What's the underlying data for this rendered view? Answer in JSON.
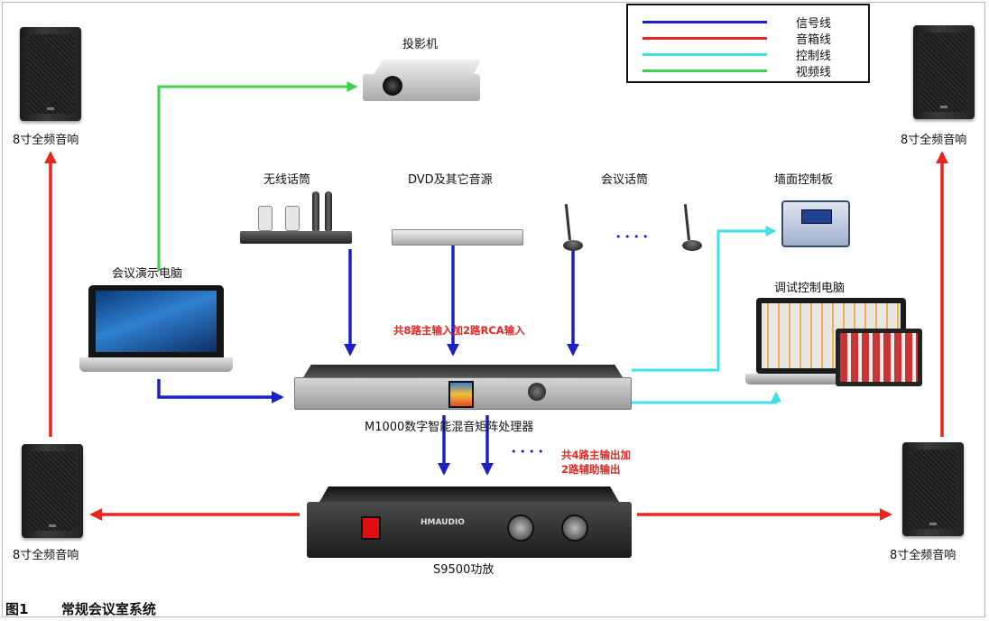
{
  "legend": {
    "items": [
      {
        "label": "信号线",
        "color": "#1a21c9"
      },
      {
        "label": "音箱线",
        "color": "#e8251e"
      },
      {
        "label": "控制线",
        "color": "#3ee0ea"
      },
      {
        "label": "视频线",
        "color": "#3ed24a"
      }
    ]
  },
  "devices": {
    "projector": "投影机",
    "wireless_mic": "无线话筒",
    "dvd": "DVD及其它音源",
    "conference_mic": "会议话筒",
    "wall_panel": "墙面控制板",
    "presentation_pc": "会议演示电脑",
    "control_pc": "调试控制电脑",
    "processor": "M1000数字智能混音矩阵处理器",
    "amplifier": "S9500功放",
    "speaker": "8寸全频音响"
  },
  "notes": {
    "input_note": "共8路主输入加2路RCA输入",
    "output_note_line1": "共4路主输出加",
    "output_note_line2": "2路辅助输出",
    "mic_dots": "• • • •",
    "out_dots": "• • • •"
  },
  "amp_brand": "HMAUDIO",
  "caption": {
    "fig": "图1",
    "title": "常规会议室系统"
  },
  "colors": {
    "signal": "#1a21c9",
    "speaker_line": "#e8251e",
    "control": "#3ee0ea",
    "video": "#3ed24a"
  }
}
